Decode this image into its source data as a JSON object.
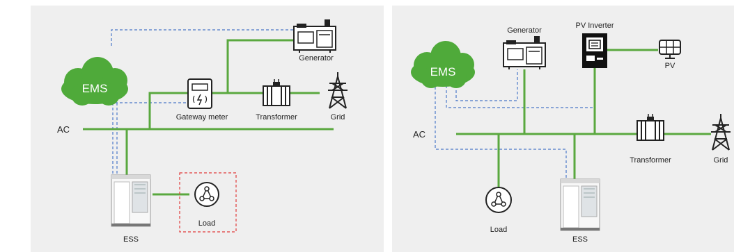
{
  "left": {
    "ems_label": "EMS",
    "ac_label": "AC",
    "generator_label": "Generator",
    "meter_label": "Gateway meter",
    "transformer_label": "Transformer",
    "grid_label": "Grid",
    "ess_label": "ESS",
    "load_label": "Load"
  },
  "right": {
    "ems_label": "EMS",
    "ac_label": "AC",
    "generator_label": "Generator",
    "inverter_label": "PV Inverter",
    "pv_label": "PV",
    "transformer_label": "Transformer",
    "grid_label": "Grid",
    "ess_label": "ESS",
    "load_label": "Load"
  },
  "colors": {
    "power_line": "#5aa83f",
    "comm_line": "#4a78c8",
    "ems_cloud": "#4faa3a",
    "load_border": "#e03a3a",
    "panel_bg": "#efefef"
  }
}
